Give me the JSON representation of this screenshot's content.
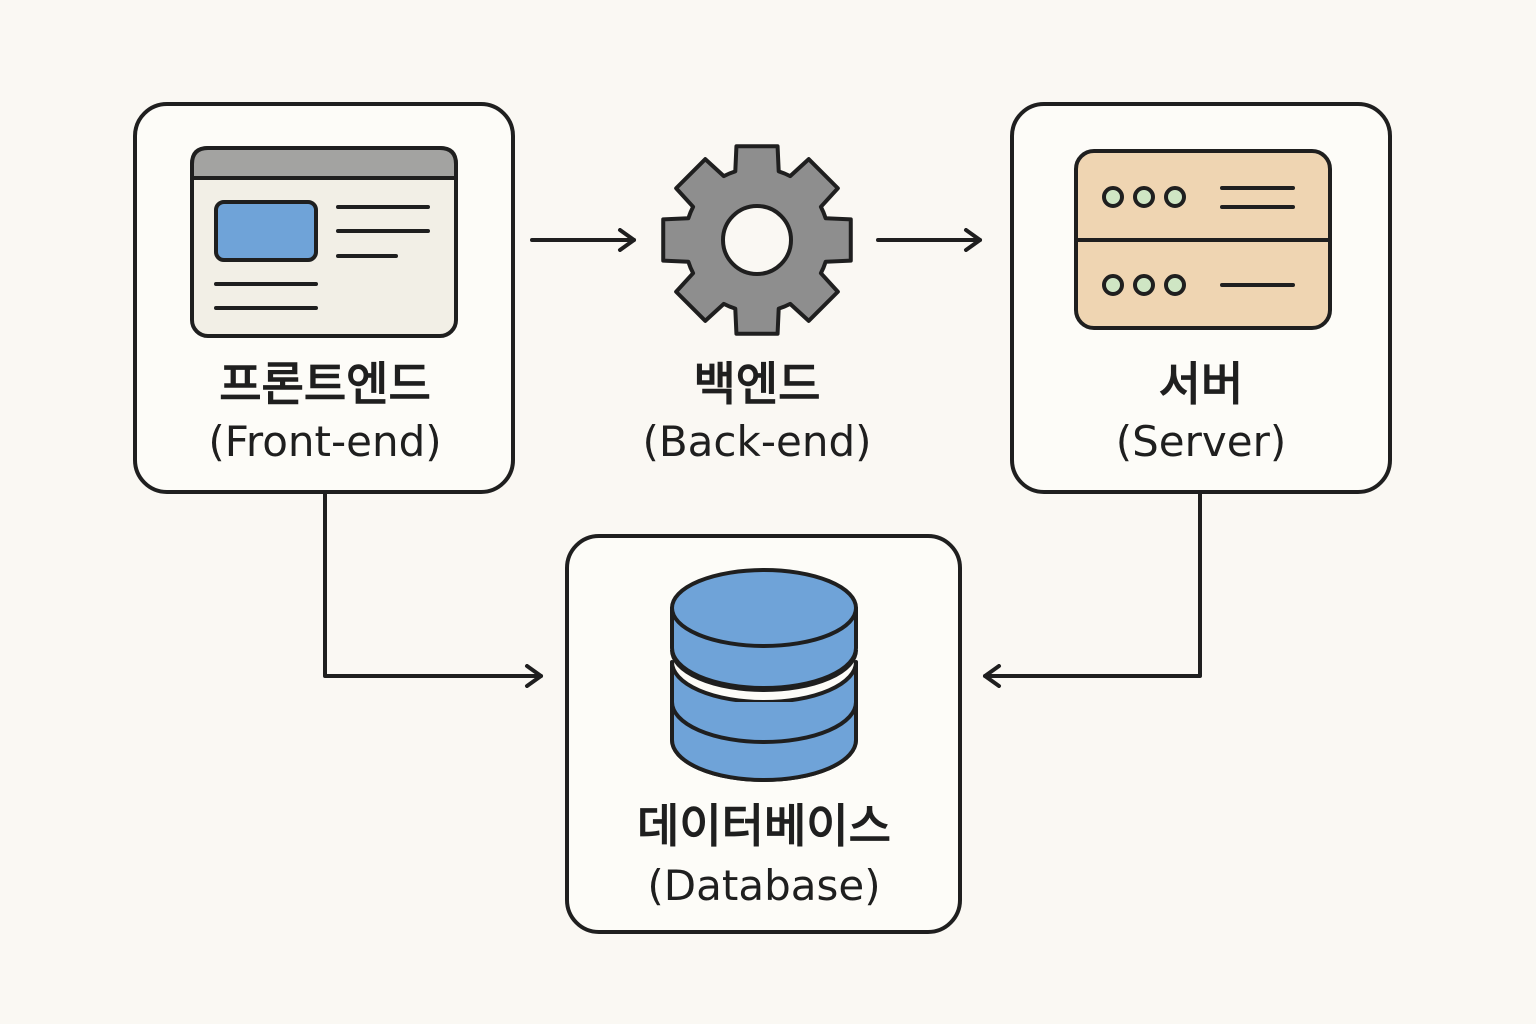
{
  "nodes": {
    "frontend": {
      "title": "프론트엔드",
      "subtitle": "(Front-end)",
      "icon": "browser-window-icon"
    },
    "backend": {
      "title": "백엔드",
      "subtitle": "(Back-end)",
      "icon": "gear-icon"
    },
    "server": {
      "title": "서버",
      "subtitle": "(Server)",
      "icon": "server-rack-icon"
    },
    "database": {
      "title": "데이터베이스",
      "subtitle": "(Database)",
      "icon": "database-icon"
    }
  },
  "edges": [
    {
      "from": "frontend",
      "to": "backend"
    },
    {
      "from": "backend",
      "to": "server"
    },
    {
      "from": "frontend",
      "to": "database"
    },
    {
      "from": "server",
      "to": "database"
    }
  ],
  "colors": {
    "background": "#faf8f3",
    "stroke": "#1f1f1f",
    "accent_blue": "#6fa3d8",
    "gear_gray": "#8e8e8e",
    "server_tan": "#efd5b2",
    "server_led": "#cfe6c4",
    "window_bar": "#a3a3a1",
    "window_body": "#f2efe6"
  }
}
